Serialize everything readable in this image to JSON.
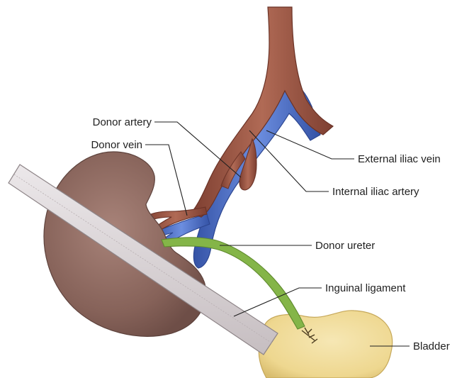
{
  "labels": {
    "donor_artery": "Donor artery",
    "donor_vein": "Donor vein",
    "external_iliac_vein": "External iliac vein",
    "internal_iliac_artery": "Internal iliac artery",
    "donor_ureter": "Donor ureter",
    "inguinal_ligament": "Inguinal ligament",
    "bladder": "Bladder"
  },
  "colors": {
    "kidney": "#8a675f",
    "artery": "#9a5342",
    "vein": "#4a6ec8",
    "ureter": "#84b548",
    "bladder": "#ecd58e",
    "ligament": "#d8d1d3",
    "label_text": "#1f1f1f"
  }
}
